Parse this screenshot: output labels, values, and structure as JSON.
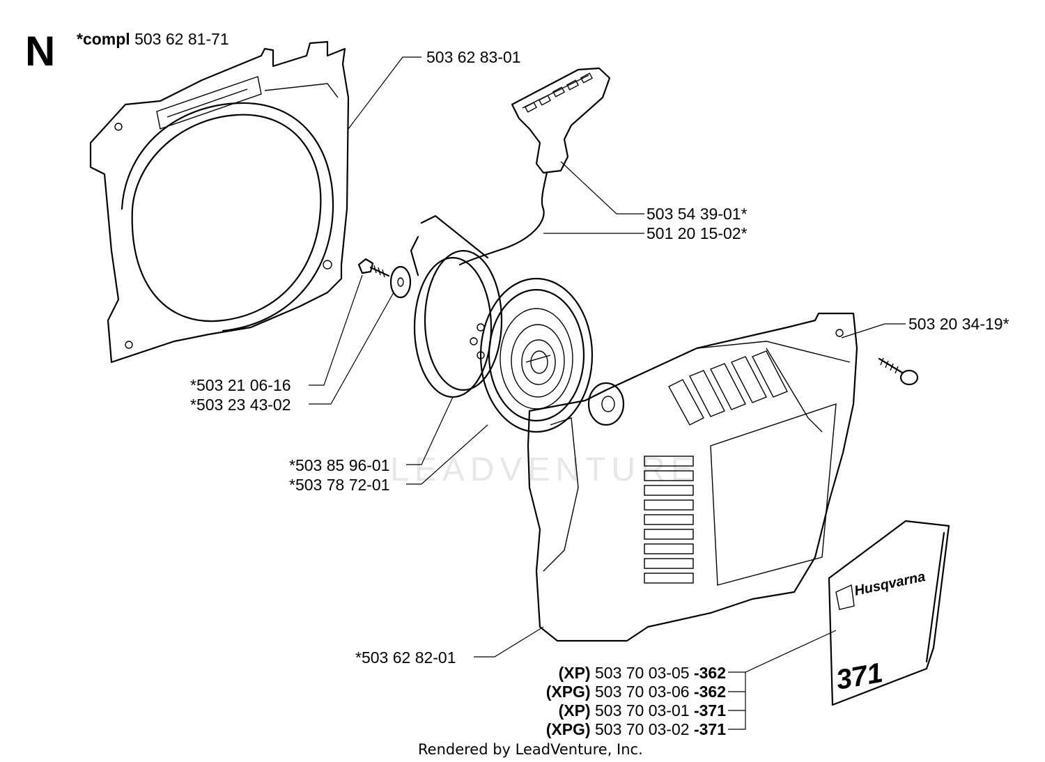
{
  "section_letter": "N",
  "assembly": {
    "prefix": "*compl",
    "number": "503 62 81-71"
  },
  "callouts": {
    "fan_housing": "503 62 83-01",
    "starter_handle": "503 54 39-01*",
    "starter_cord": "501 20 15-02*",
    "cover_screw": "503 20 34-19*",
    "pulley_screw": "*503 21 06-16",
    "washer": "*503 23 43-02",
    "rope_pulley": "*503 85 96-01",
    "recoil_spring": "*503 78 72-01",
    "starter_cover": "*503 62 82-01"
  },
  "decal_variants": [
    {
      "model": "(XP)",
      "part": "503 70 03-05",
      "suffix": "-362"
    },
    {
      "model": "(XPG)",
      "part": "503 70 03-06",
      "suffix": "-362"
    },
    {
      "model": "(XP)",
      "part": "503 70 03-01",
      "suffix": "-371"
    },
    {
      "model": "(XPG)",
      "part": "503 70 03-02",
      "suffix": "-371"
    }
  ],
  "decal": {
    "brand": "Husqvarna",
    "model_number": "371"
  },
  "watermark": "LEADVENTURE",
  "footer": "Rendered by LeadVenture, Inc."
}
